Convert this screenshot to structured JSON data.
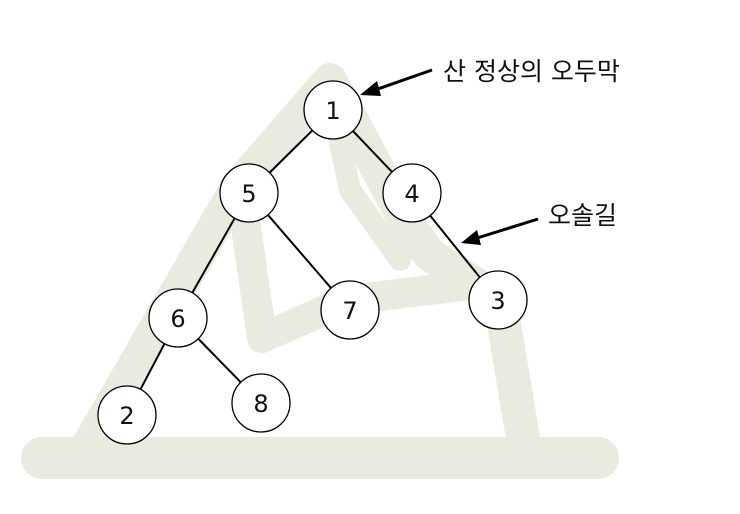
{
  "colors": {
    "mountain": "#e8ecdf",
    "node_fill": "#ffffff",
    "node_stroke": "#000000",
    "edge": "#000000"
  },
  "nodes": [
    {
      "id": "1",
      "label": "1"
    },
    {
      "id": "5",
      "label": "5"
    },
    {
      "id": "4",
      "label": "4"
    },
    {
      "id": "6",
      "label": "6"
    },
    {
      "id": "7",
      "label": "7"
    },
    {
      "id": "3",
      "label": "3"
    },
    {
      "id": "2",
      "label": "2"
    },
    {
      "id": "8",
      "label": "8"
    }
  ],
  "edges": [
    [
      "1",
      "5"
    ],
    [
      "1",
      "4"
    ],
    [
      "5",
      "6"
    ],
    [
      "5",
      "7"
    ],
    [
      "4",
      "3"
    ],
    [
      "6",
      "2"
    ],
    [
      "6",
      "8"
    ]
  ],
  "annotations": {
    "summit": "산 정상의 오두막",
    "path": "오솔길"
  }
}
